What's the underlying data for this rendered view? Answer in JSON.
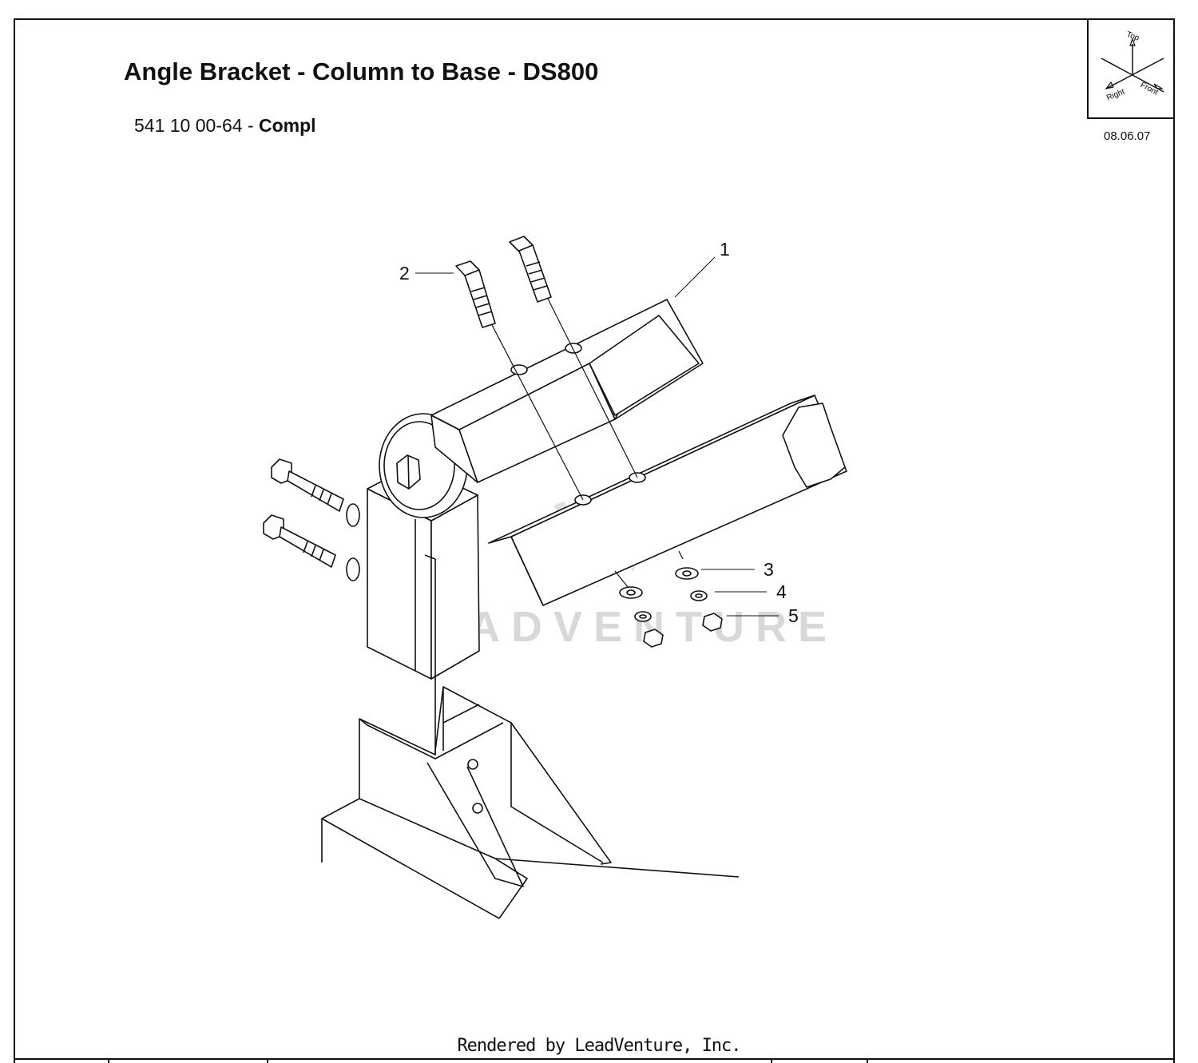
{
  "title": "Angle Bracket - Column to Base - DS800",
  "part_number": "541 10 00-64 - ",
  "part_desc": "Compl",
  "date": "08.06.07",
  "orientation": {
    "top": "Top",
    "right": "Right",
    "front": "Front"
  },
  "callouts": [
    "1",
    "2",
    "3",
    "4",
    "5"
  ],
  "watermark": "LEADVENTURE",
  "footer": "Rendered by LeadVenture, Inc."
}
